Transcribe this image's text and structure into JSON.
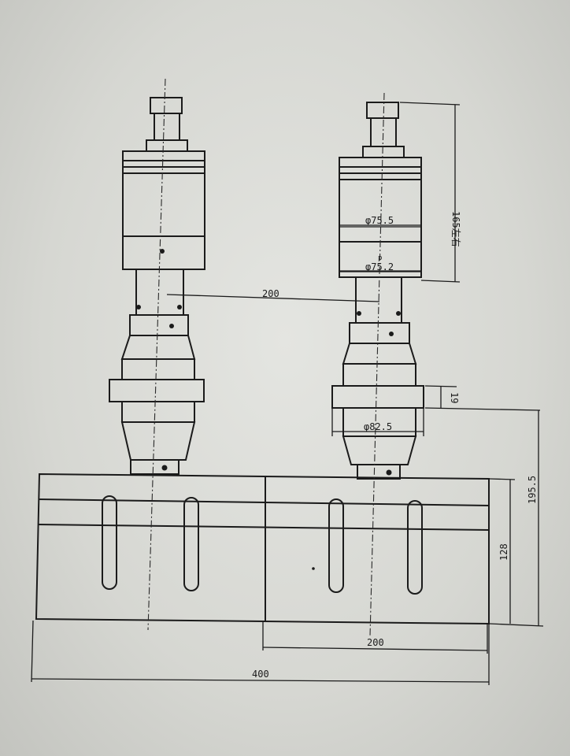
{
  "drawing": {
    "dimensions": {
      "spacing_top": "200",
      "spacing_bottom": "200",
      "total_width": "400",
      "height_total": "195.5",
      "height_block": "128",
      "flange_thickness": "19",
      "booster_height": "165左右",
      "dia_upper": "φ75.5",
      "dia_lower": "φ75.2",
      "dia_flange": "φ82.5"
    }
  }
}
